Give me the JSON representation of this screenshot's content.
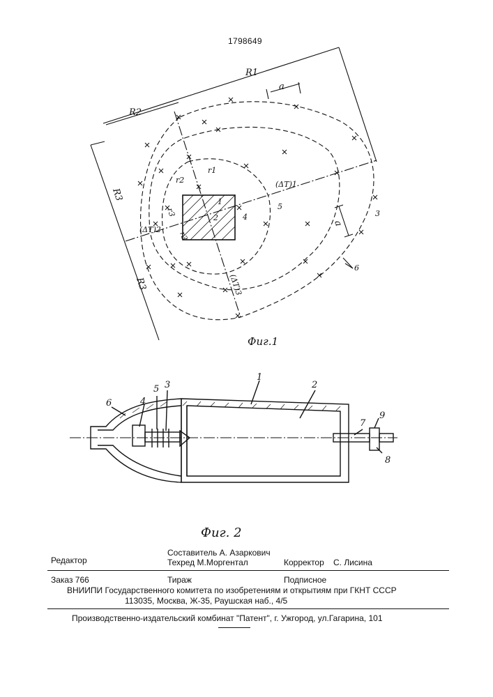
{
  "patent_number": "1798649",
  "fig1": {
    "caption": "Фиг.1",
    "labels": {
      "R1": "R1",
      "R2": "R2",
      "R3_top": "R3",
      "R3_bottom": "R3",
      "a_top": "a",
      "a_right": "a",
      "r1": "r1",
      "r2": "r2",
      "r3_a": "r3",
      "r3_b": "r3",
      "dt1": "(ΔT)1",
      "dt2": "(ΔT)2",
      "dt3": "(ΔT)3",
      "n1": "1",
      "n2": "2",
      "n3": "3",
      "n4": "4",
      "n5": "5",
      "n6": "6"
    }
  },
  "fig2": {
    "caption": "Фиг. 2",
    "labels": {
      "n1": "1",
      "n2": "2",
      "n3": "3",
      "n4": "4",
      "n5": "5",
      "n6": "6",
      "n7": "7",
      "n8": "8",
      "n9": "9"
    }
  },
  "footer": {
    "editor_label": "Редактор",
    "compiler": "Составитель А. Азаркович",
    "techred": "Техред М.Моргентал",
    "corrector_label": "Корректор",
    "corrector_name": "С. Лисина",
    "order": "Заказ  766",
    "circulation": "Тираж",
    "subscription": "Подписное",
    "org_line1": "ВНИИПИ Государственного комитета по изобретениям и открытиям при ГКНТ СССР",
    "org_line2": "113035, Москва, Ж-35, Раушская наб., 4/5",
    "publisher": "Производственно-издательский комбинат \"Патент\", г. Ужгород, ул.Гагарина, 101"
  }
}
